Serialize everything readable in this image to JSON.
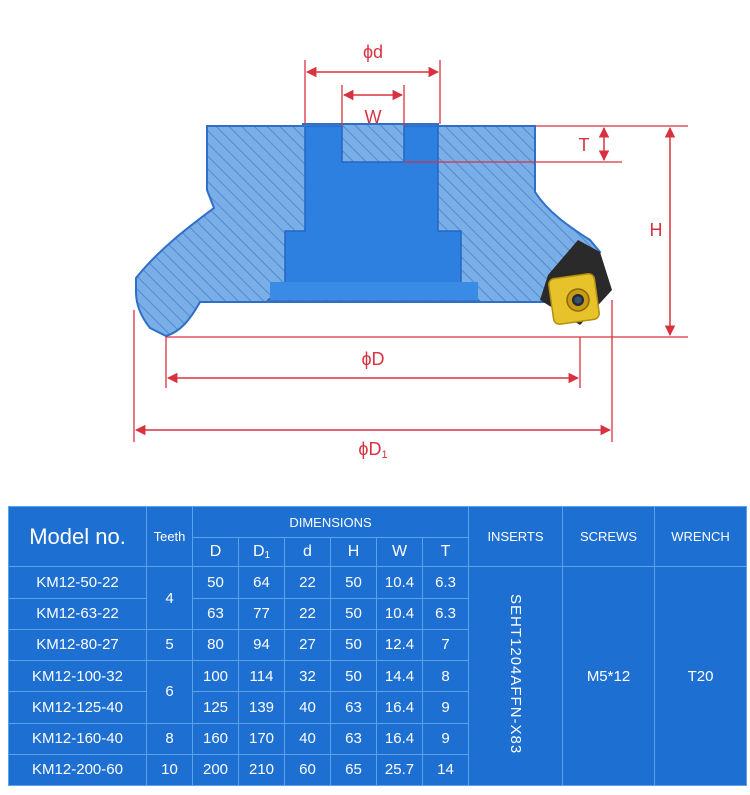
{
  "drawing": {
    "labels": {
      "d": "ϕd",
      "w": "W",
      "t": "T",
      "h": "H",
      "bigD": "ϕD",
      "d1_prefix": "ϕD",
      "d1_sub": "1"
    },
    "colors": {
      "body": "#7aaee6",
      "hatch": "#4f8ad6",
      "bore": "#2d7fe0",
      "outline": "#2f6fc8",
      "dimension": "#d83240",
      "insert": "#e8c22b"
    }
  },
  "table": {
    "headers": {
      "model": "Model no.",
      "teeth": "Teeth",
      "dimensions": "DIMENSIONS",
      "inserts": "INSERTS",
      "screws": "SCREWS",
      "wrench": "WRENCH",
      "dim_cols": [
        {
          "main": "D",
          "sub": ""
        },
        {
          "main": "D",
          "sub": "1"
        },
        {
          "main": "d",
          "sub": ""
        },
        {
          "main": "H",
          "sub": ""
        },
        {
          "main": "W",
          "sub": ""
        },
        {
          "main": "T",
          "sub": ""
        }
      ]
    },
    "rows": [
      {
        "model": "KM12-50-22",
        "D": "50",
        "D1": "64",
        "d": "22",
        "H": "50",
        "W": "10.4",
        "T": "6.3"
      },
      {
        "model": "KM12-63-22",
        "D": "63",
        "D1": "77",
        "d": "22",
        "H": "50",
        "W": "10.4",
        "T": "6.3"
      },
      {
        "model": "KM12-80-27",
        "D": "80",
        "D1": "94",
        "d": "27",
        "H": "50",
        "W": "12.4",
        "T": "7"
      },
      {
        "model": "KM12-100-32",
        "D": "100",
        "D1": "114",
        "d": "32",
        "H": "50",
        "W": "14.4",
        "T": "8"
      },
      {
        "model": "KM12-125-40",
        "D": "125",
        "D1": "139",
        "d": "40",
        "H": "63",
        "W": "16.4",
        "T": "9"
      },
      {
        "model": "KM12-160-40",
        "D": "160",
        "D1": "170",
        "d": "40",
        "H": "63",
        "W": "16.4",
        "T": "9"
      },
      {
        "model": "KM12-200-60",
        "D": "200",
        "D1": "210",
        "d": "60",
        "H": "65",
        "W": "25.7",
        "T": "14"
      }
    ],
    "teeth_groups": [
      "4",
      "5",
      "6",
      "8",
      "10"
    ],
    "inserts": "SEHT1204AFFN-X83",
    "screws": "M5*12",
    "wrench": "T20"
  }
}
